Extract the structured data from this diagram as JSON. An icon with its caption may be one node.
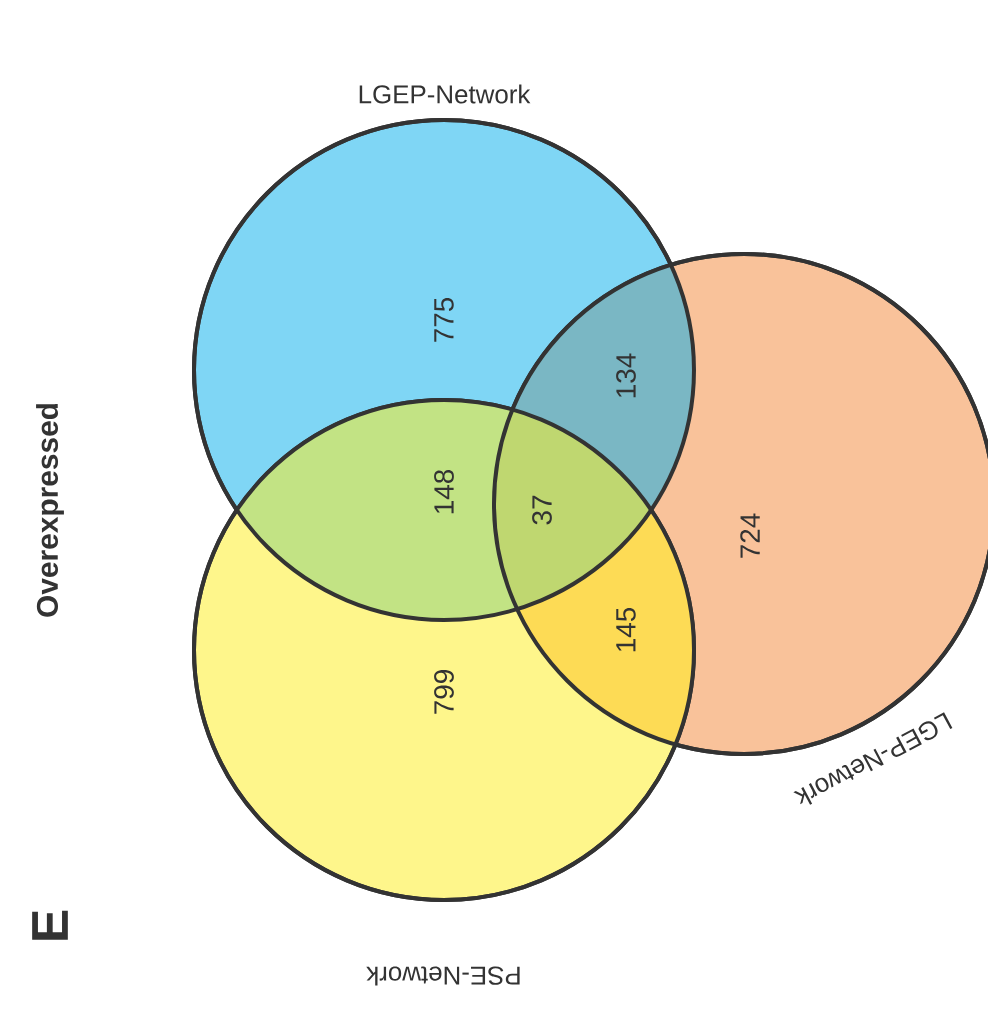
{
  "diagram": {
    "nodes": [
      {
        "text": [
          "LGEP-Network"
        ]
      },
      {
        "text": [
          "LGEP-Network"
        ]
      },
      {
        "text": [
          "PSE-Network"
        ]
      }
    ],
    "labels": [
      "775",
      "134",
      "148",
      "37",
      "724",
      "145",
      "799",
      "Overexpressed",
      "E"
    ]
  }
}
